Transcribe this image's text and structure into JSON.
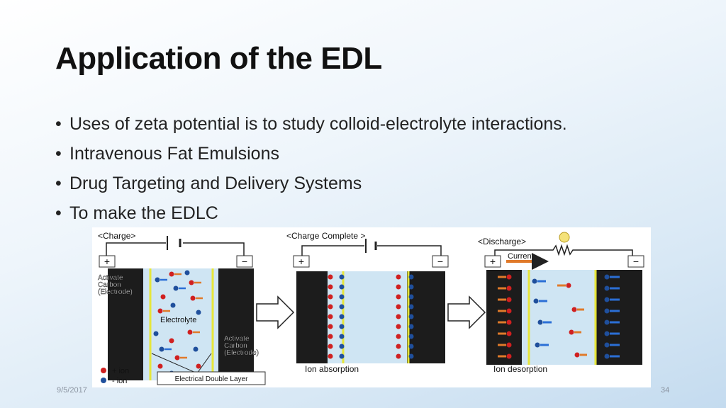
{
  "slide": {
    "title": "Application of the EDL",
    "bullets": [
      "Uses of zeta potential is to study colloid-electrolyte interactions.",
      "Intravenous Fat Emulsions",
      "Drug Targeting and Delivery Systems",
      "To make the EDLC"
    ],
    "date": "9/5/2017",
    "page_number": "34"
  },
  "figure": {
    "panels": [
      {
        "title": "<Charge>",
        "plus": "+",
        "minus": "−"
      },
      {
        "title": "<Charge Complete >",
        "plus": "+",
        "minus": "−",
        "caption": "Ion absorption"
      },
      {
        "title": "<Discharge>",
        "plus": "+",
        "minus": "−",
        "current": "Current",
        "caption": "Ion desorption"
      }
    ],
    "electrode_left_label": [
      "Activate",
      "Carbon",
      "(Electrode)"
    ],
    "electrode_right_label": [
      "Activate",
      "Carbon",
      "(Electrode)"
    ],
    "electrolyte_label": "Electrolyte",
    "legend": {
      "positive": "+ ion",
      "negative": "- ion"
    },
    "double_layer_label": "Electrical Double Layer",
    "colors": {
      "electrode": "#1c1c1c",
      "electrolyte": "#cfe5f3",
      "separator": "#e6e63a",
      "positive_ion": "#d02020",
      "negative_ion": "#1f4f9c",
      "arrow_orange": "#e07a2a",
      "arrow_blue": "#2b6fd6"
    }
  }
}
